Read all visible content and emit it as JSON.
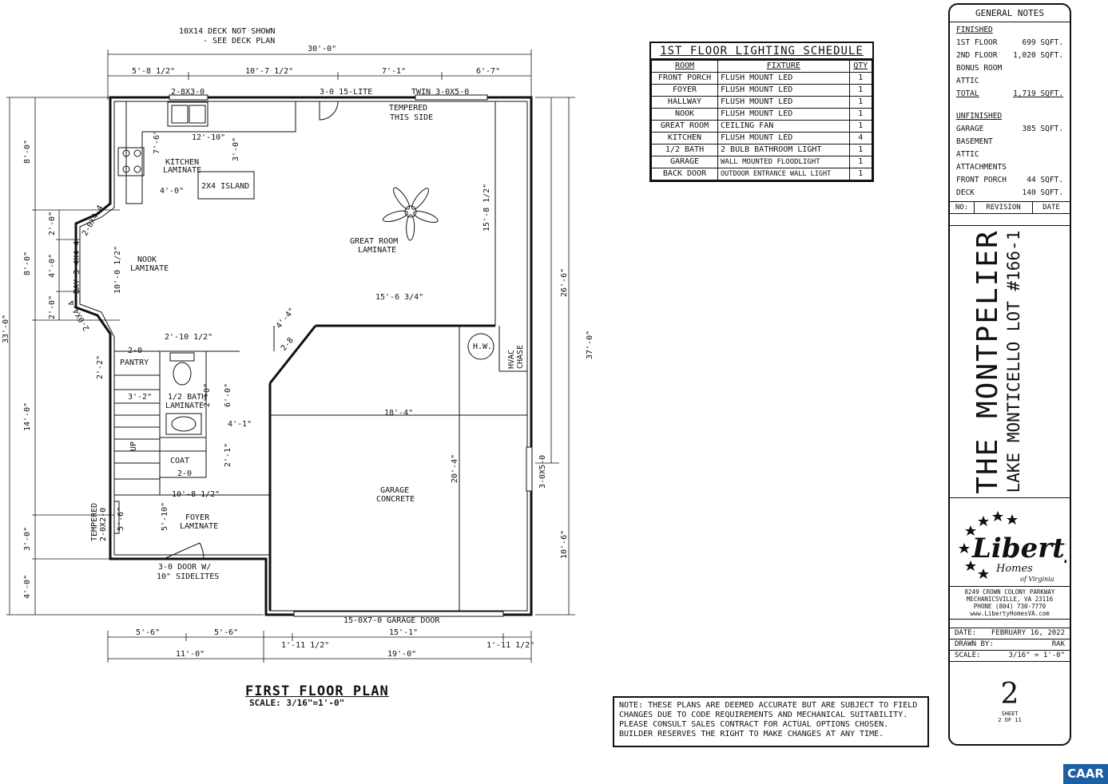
{
  "plan": {
    "title": "FIRST FLOOR PLAN",
    "scale": "SCALE: 3/16\"=1'-0\"",
    "deck_note_1": "10X14 DECK NOT SHOWN",
    "deck_note_2": "- SEE DECK PLAN",
    "top_overall": "30'-0\"",
    "top_dims": [
      "5'-8 1/2\"",
      "10'-7 1/2\"",
      "7'-1\"",
      "6'-7\""
    ],
    "left_overall": "33'-0\"",
    "left_dims": [
      "8'-0\"",
      "8'-0\"",
      "14'-0\"",
      "3'-0\"",
      "4'-0\""
    ],
    "bay_dims": [
      "2'-0\"",
      "4'-0\"",
      "2'-0\""
    ],
    "right_dims": [
      "26'-6\"",
      "37'-0\"",
      "10'-6\""
    ],
    "bottom_dims_row1": [
      "5'-6\"",
      "5'-6\"",
      "1'-11 1/2\"",
      "15'-1\"",
      "1'-11 1/2\""
    ],
    "bottom_dims_row2": [
      "11'-0\"",
      "19'-0\""
    ],
    "windows": {
      "kitchen": "2-8X3-0",
      "door_lite": "3-0 15-LITE",
      "twin": "TWIN 3-0X5-0",
      "bay_top": "2-0X4-4",
      "bay_mid": "BAY 3-4X4-4",
      "bay_bot": "2-0X4-4",
      "tempered_1": "TEMPERED",
      "tempered_2": "THIS SIDE",
      "foyer_window_1": "TEMPERED",
      "foyer_window_2": "2-0X2-0",
      "front_door_1": "3-0 DOOR W/",
      "front_door_2": "10\" SIDELITES",
      "garage_window": "3-0X5-0",
      "garage_door": "15-0X7-0 GARAGE DOOR",
      "door_2_8": "2-8",
      "door_2_0_pantry": "2-0",
      "door_2_0_coat": "2-0"
    },
    "rooms": {
      "kitchen": "KITCHEN",
      "kitchen_floor": "LAMINATE",
      "island": "2X4 ISLAND",
      "nook": "NOOK",
      "nook_floor": "LAMINATE",
      "great_room": "GREAT ROOM",
      "great_room_floor": "LAMINATE",
      "pantry": "PANTRY",
      "half_bath": "1/2 BATH",
      "half_bath_floor": "LAMINATE",
      "coat": "COAT",
      "up": "UP",
      "foyer": "FOYER",
      "foyer_floor": "LAMINATE",
      "garage": "GARAGE",
      "garage_floor": "CONCRETE",
      "hw": "H.W.",
      "hvac_1": "HVAC",
      "hvac_2": "CHASE"
    },
    "interior_dims": {
      "kitchen_w": "12'-10\"",
      "kitchen_h1": "3'-0\"",
      "kitchen_h2": "7'-6\"",
      "island_off": "4'-0\"",
      "nook_h": "10'-0 1/2\"",
      "great_h": "15'-8 1/2\"",
      "great_w": "15'-6 3/4\"",
      "angle": "4'-4\"",
      "bath_w": "2'-10 1/2\"",
      "pantry_h": "2'-2\"",
      "stair_w": "3'-2\"",
      "bath_h": "6'-0\"",
      "bath_v": "2'-0\"",
      "garage_w": "18'-4\"",
      "garage_h": "20'-4\"",
      "hall_w": "4'-1\"",
      "coat_h": "2'-1\"",
      "foyer_w": "10'-8 1/2\"",
      "foyer_h": "5'-10\"",
      "foyer_h2": "5'-6\""
    }
  },
  "schedule": {
    "title": "1ST FLOOR LIGHTING SCHEDULE",
    "headers": [
      "ROOM",
      "FIXTURE",
      "QTY"
    ],
    "rows": [
      [
        "FRONT PORCH",
        "FLUSH MOUNT LED",
        "1"
      ],
      [
        "FOYER",
        "FLUSH MOUNT LED",
        "1"
      ],
      [
        "HALLWAY",
        "FLUSH MOUNT LED",
        "1"
      ],
      [
        "NOOK",
        "FLUSH MOUNT LED",
        "1"
      ],
      [
        "GREAT ROOM",
        "CEILING FAN",
        "1"
      ],
      [
        "KITCHEN",
        "FLUSH MOUNT LED",
        "4"
      ],
      [
        "1/2 BATH",
        "2 BULB BATHROOM LIGHT",
        "1"
      ],
      [
        "GARAGE",
        "WALL MOUNTED FLOODLIGHT",
        "1"
      ],
      [
        "BACK DOOR",
        "OUTDOOR ENTRANCE WALL LIGHT",
        "1"
      ]
    ]
  },
  "note": "NOTE: THESE PLANS ARE DEEMED ACCURATE BUT ARE SUBJECT TO FIELD CHANGES DUE TO CODE REQUIREMENTS AND MECHANICAL SUITABILITY. PLEASE CONSULT SALES CONTRACT FOR ACTUAL OPTIONS CHOSEN. BUILDER RESERVES THE RIGHT TO MAKE CHANGES AT ANY TIME.",
  "title_block": {
    "heading": "GENERAL NOTES",
    "finished_label": "FINISHED",
    "finished": [
      [
        "1ST FLOOR",
        "699 SQFT."
      ],
      [
        "2ND FLOOR",
        "1,020 SQFT."
      ],
      [
        "BONUS ROOM",
        ""
      ],
      [
        "ATTIC",
        ""
      ],
      [
        "TOTAL",
        "1,719 SQFT."
      ]
    ],
    "unfinished_label": "UNFINISHED",
    "unfinished": [
      [
        "GARAGE",
        "385 SQFT."
      ],
      [
        "BASEMENT",
        ""
      ],
      [
        "ATTIC",
        ""
      ]
    ],
    "attachments_label": "ATTACHMENTS",
    "attachments": [
      [
        "FRONT PORCH",
        "44 SQFT."
      ],
      [
        "DECK",
        "140 SQFT."
      ]
    ],
    "revision_headers": [
      "NO:",
      "REVISION",
      "DATE"
    ],
    "project_name": "THE MONTPELIER",
    "project_lot": "LAKE MONTICELLO LOT #166-1",
    "logo_main": "Liberty",
    "logo_sub": "Homes",
    "logo_sub2": "of Virginia",
    "address": [
      "8249 CROWN COLONY PARKWAY",
      "MECHANICSVILLE, VA 23116",
      "PHONE (804) 730-7770",
      "www.LibertyHomesVA.com"
    ],
    "date_label": "DATE:",
    "date": "FEBRUARY 16, 2022",
    "drawn_label": "DRAWN BY:",
    "drawn": "RAK",
    "scale_label": "SCALE:",
    "scale": "3/16\" = 1'-0\"",
    "sheet_number": "2",
    "sheet_label": "SHEET",
    "sheet_of": "2 OF 11"
  },
  "badge": "CAAR"
}
